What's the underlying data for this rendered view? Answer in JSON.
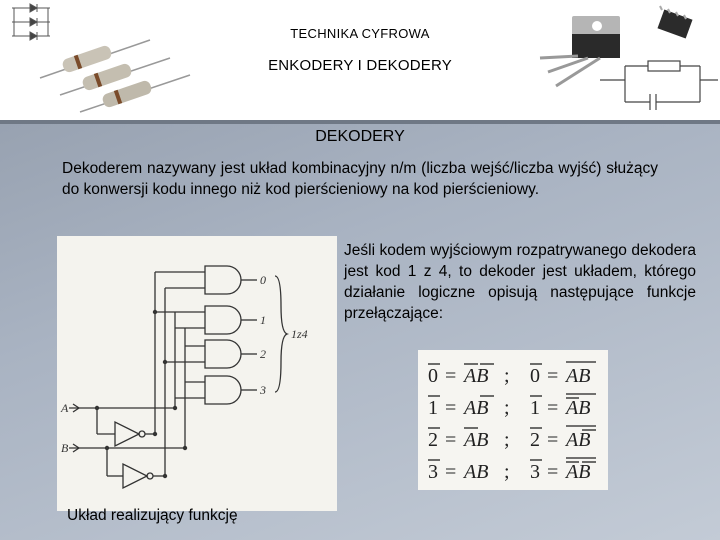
{
  "header": {
    "title_top": "TECHNIKA CYFROWA",
    "title_main": "ENKODERY I DEKODERY"
  },
  "section": {
    "title": "DEKODERY",
    "intro": "Dekoderem nazywany jest układ kombinacyjny n/m (liczba wejść/liczba wyjść) służący do konwersji kodu innego niż kod pierścieniowy na kod pierścieniowy.",
    "description": "Jeśli kodem wyjściowym rozpatrywanego dekodera jest kod 1 z 4, to dekoder jest układem, którego działanie logiczne opisują następujące funkcje przełączające:"
  },
  "circuit": {
    "input_labels": [
      "A",
      "B"
    ],
    "output_labels": [
      "0",
      "1",
      "2",
      "3"
    ],
    "code_label": "1z4",
    "caption": "Układ realizujący funkcję"
  },
  "formulas": {
    "rows": [
      {
        "out": "0",
        "rhs": "AB",
        "alt": "AB"
      },
      {
        "out": "1",
        "rhs": "AB",
        "alt": "AB"
      },
      {
        "out": "2",
        "rhs": "AB",
        "alt": "AB"
      },
      {
        "out": "3",
        "rhs": "AB",
        "alt": "AB"
      }
    ],
    "eq": "=",
    "sep": ";"
  }
}
